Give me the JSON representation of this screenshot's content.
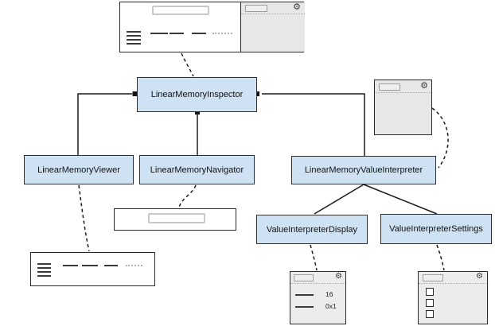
{
  "nodes": {
    "inspector": {
      "label": "LinearMemoryInspector"
    },
    "viewer": {
      "label": "LinearMemoryViewer"
    },
    "navigator": {
      "label": "LinearMemoryNavigator"
    },
    "value_interpreter": {
      "label": "LinearMemoryValueInterpreter"
    },
    "display": {
      "label": "ValueInterpreterDisplay"
    },
    "settings": {
      "label": "ValueInterpreterSettings"
    }
  },
  "mockups": {
    "display_panel": {
      "rows": [
        {
          "value": "16"
        },
        {
          "value": "0x1"
        }
      ]
    }
  },
  "icons": {
    "gear": "⚙"
  },
  "colors": {
    "node_fill": "#cfe2f3",
    "node_border": "#2f2f2f",
    "window_border": "#2a2a2a",
    "panel_gray": "#e7e7e7",
    "edge": "#1a1a1a"
  }
}
